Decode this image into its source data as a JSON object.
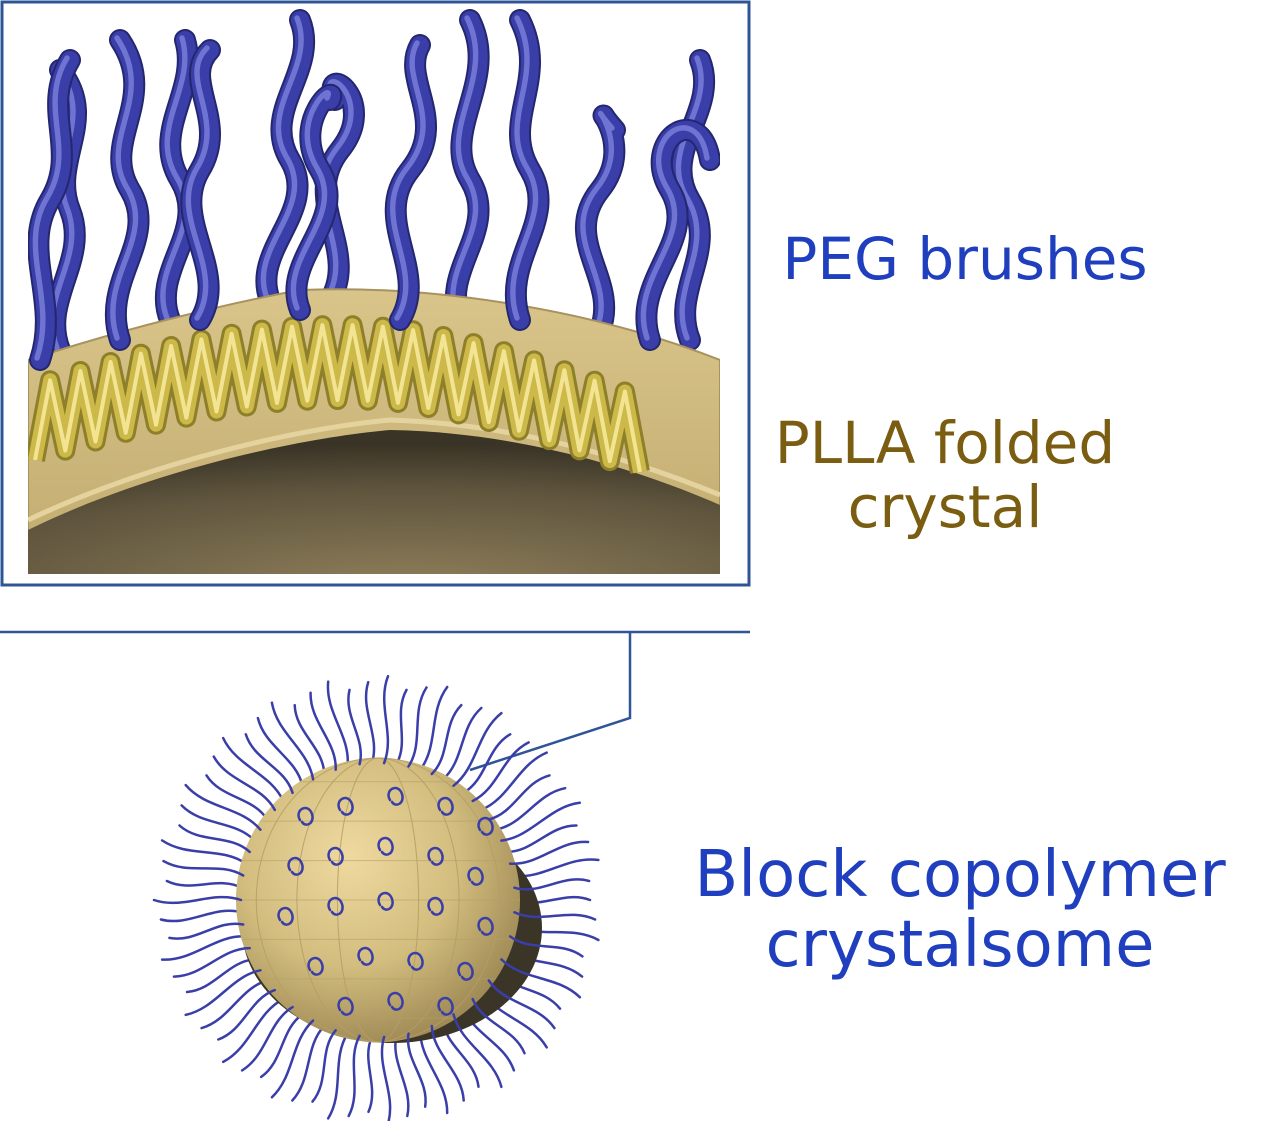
{
  "colors": {
    "peg": "#3a3ea8",
    "peg_light": "#7d82dd",
    "peg_text": "#1f3fbf",
    "plla": "#d2bd7e",
    "plla_text": "#7a5d10",
    "fold": "#ccb94a",
    "frame": "#2f5597",
    "shadow": "#6f6550"
  },
  "labels": {
    "peg_brushes": "PEG brushes",
    "plla_line1": "PLLA folded",
    "plla_line2": "crystal",
    "crystalsome_line1": "Block copolymer",
    "crystalsome_line2": "crystalsome"
  }
}
